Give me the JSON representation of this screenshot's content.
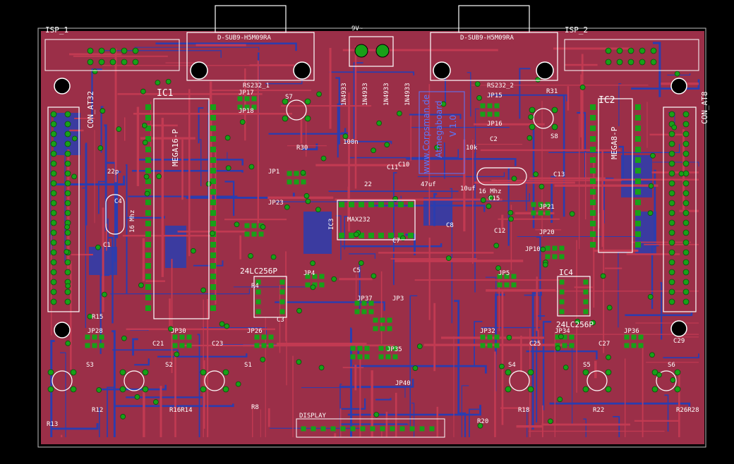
{
  "colors": {
    "background": "#000000",
    "board": "#9b2f48",
    "top_copper": "#c23a52",
    "bottom_copper": "#2a3db0",
    "pad": "#18a018",
    "silkscreen": "#ffffff",
    "outline": "#bfbfbf"
  },
  "labels": {
    "isp1": "ISP_1",
    "isp2": "ISP_2",
    "power": "9V~",
    "dsub_left": "D-SUB9-H5M09RA",
    "dsub_right": "D-SUB9-H5M09RA",
    "rs232_1": "RS232_1",
    "rs232_2": "RS232_2",
    "con_at32": "CON_AT32",
    "con_at8": "CON_AT8",
    "ic1": "IC1",
    "ic1_part": "MEGA16-P",
    "ic2": "IC2",
    "ic2_part": "MEGA8-P",
    "ic3": "IC3",
    "ic3_part": "MAX232",
    "ic4": "IC4",
    "eeprom_left": "24LC256P",
    "eeprom_right": "24LC256P",
    "xtal_left": "16 Mhz",
    "xtal_right": "16 Mhz",
    "display": "DISPLAY",
    "brand_url": "www.Corpsman.de",
    "brand_name": "Atmegaboard",
    "version": "V 1.0",
    "d_parts": [
      "1N4933",
      "1N4933",
      "1N4933",
      "1N4933"
    ],
    "jumpers": [
      "JP17",
      "JP18",
      "JP1",
      "JP23",
      "JP15",
      "JP16",
      "JP20",
      "JP21",
      "JP10",
      "JP4",
      "JP37",
      "JP3",
      "JP5",
      "JP28",
      "JP30",
      "JP26",
      "JP32",
      "JP34",
      "JP36",
      "JP40",
      "JP35"
    ],
    "switches": [
      "S7",
      "S8",
      "S1",
      "S2",
      "S3",
      "S4",
      "S5",
      "S6"
    ],
    "caps": [
      "C1",
      "C2",
      "C3",
      "C4",
      "C5",
      "C7",
      "C8",
      "C10",
      "C11",
      "C12",
      "C13",
      "C15",
      "C21",
      "C23",
      "C25",
      "C27",
      "C29",
      "22p",
      "100n",
      "10uf",
      "47uf"
    ],
    "resistors": [
      "R4",
      "R8",
      "R12",
      "R13",
      "R15",
      "R16R14",
      "R18",
      "R20",
      "R22",
      "R26R28",
      "R30",
      "R31",
      "10k",
      "22"
    ]
  }
}
